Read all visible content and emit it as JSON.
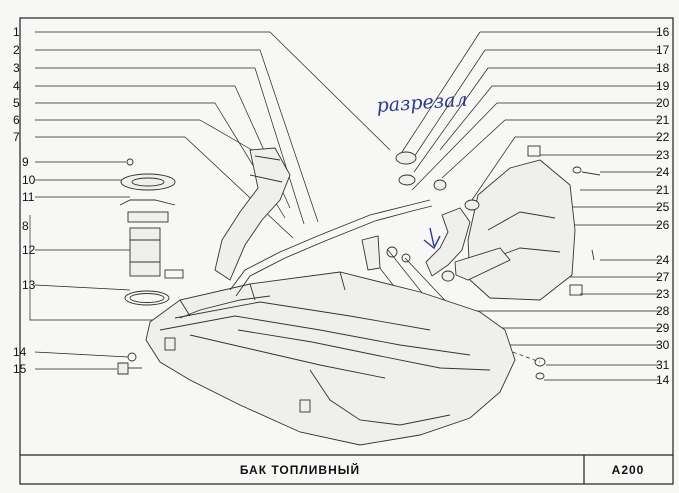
{
  "title": "БАК ТОПЛИВНЫЙ",
  "code": "A200",
  "annotation": "разрезал",
  "left_labels": [
    "1",
    "2",
    "3",
    "4",
    "5",
    "6",
    "7",
    "9",
    "10",
    "11",
    "12",
    "13",
    "14",
    "15"
  ],
  "group_label": "8",
  "right_labels": [
    "16",
    "17",
    "18",
    "19",
    "20",
    "21",
    "22",
    "23",
    "24",
    "21",
    "25",
    "26",
    "24",
    "27",
    "23",
    "28",
    "29",
    "30",
    "31",
    "14"
  ]
}
